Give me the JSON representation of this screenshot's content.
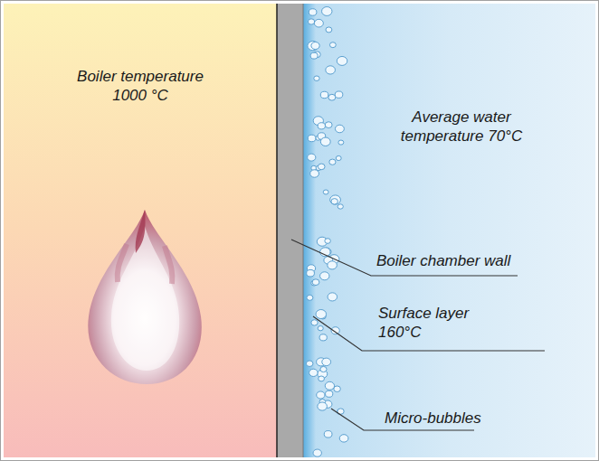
{
  "diagram": {
    "nodes": [
      {
        "text": [
          "Boiler temperature 1000 °C"
        ]
      },
      {
        "text": [
          "Average water temperature 70°C"
        ]
      }
    ],
    "labels": [
      "Boiler chamber wall",
      "Surface layer 160°C",
      "Micro-bubbles"
    ]
  }
}
